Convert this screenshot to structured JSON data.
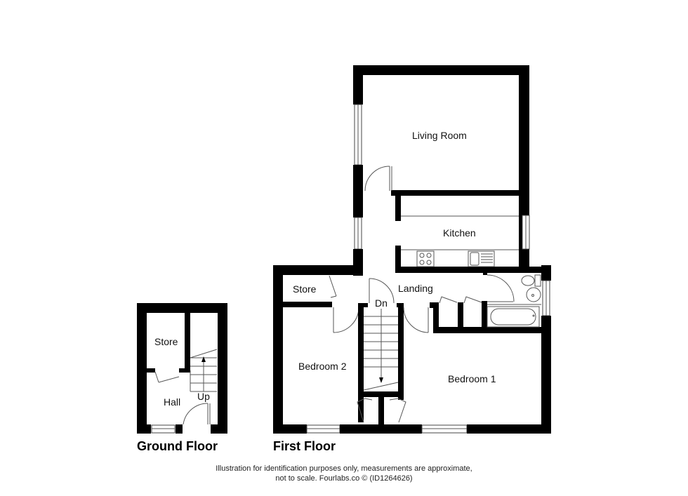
{
  "floors": {
    "ground": {
      "label": "Ground Floor",
      "rooms": {
        "store": "Store",
        "hall": "Hall",
        "stairs": "Up"
      }
    },
    "first": {
      "label": "First Floor",
      "rooms": {
        "living_room": "Living Room",
        "kitchen": "Kitchen",
        "landing": "Landing",
        "store": "Store",
        "stairs": "Dn",
        "bedroom_2": "Bedroom 2",
        "bedroom_1": "Bedroom 1"
      }
    }
  },
  "footer": {
    "line1": "Illustration for identification purposes only, measurements are approximate,",
    "line2": "not to scale. Fourlabs.co © (ID1264626)"
  },
  "colors": {
    "wall": "#000000",
    "background": "#ffffff",
    "fixture_line": "#555555"
  }
}
